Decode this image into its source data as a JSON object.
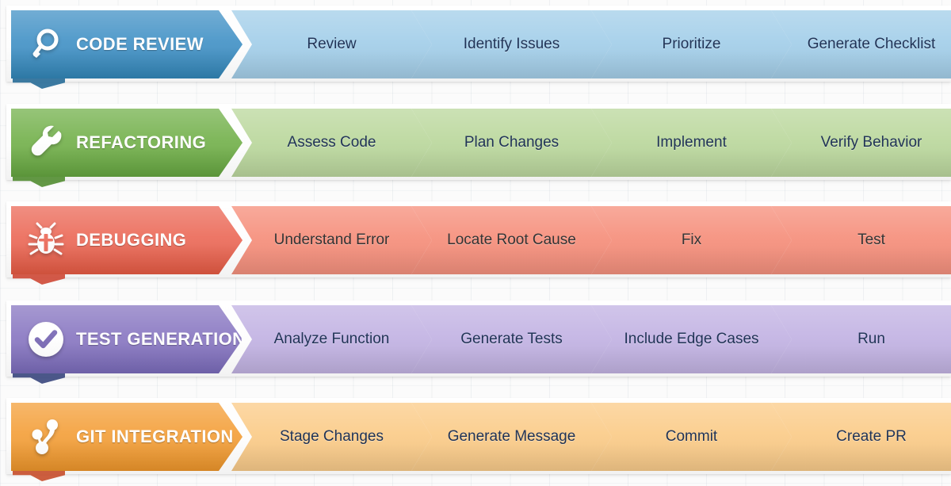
{
  "diagram": {
    "type": "process-flow-lanes",
    "background": "#fbfbfb",
    "lane_count": 5,
    "steps_per_lane": 4
  },
  "lanes": [
    {
      "id": "code-review",
      "title": "CODE REVIEW",
      "icon": "magnifier-icon",
      "header_color": "#4a96c8",
      "header_color_dark": "#2f7ead",
      "step_color": "#a6d0ea",
      "step_text_color": "#15294e",
      "fold_color": "#2b6f99",
      "steps": [
        "Review",
        "Identify Issues",
        "Prioritize",
        "Generate Checklist"
      ]
    },
    {
      "id": "refactoring",
      "title": "REFACTORING",
      "icon": "wrench-icon",
      "header_color": "#79b453",
      "header_color_dark": "#5f9c3c",
      "step_color": "#bdd9a0",
      "step_text_color": "#15294e",
      "fold_color": "#568f35",
      "steps": [
        "Assess Code",
        "Plan Changes",
        "Implement",
        "Verify Behavior"
      ]
    },
    {
      "id": "debugging",
      "title": "DEBUGGING",
      "icon": "bug-icon",
      "header_color": "#ec6f5e",
      "header_color_dark": "#d9553f",
      "step_color": "#f6927f",
      "step_text_color": "#2a2a2a",
      "fold_color": "#cf4c3a",
      "steps": [
        "Understand Error",
        "Locate Root Cause",
        "Fix",
        "Test"
      ]
    },
    {
      "id": "test-generation",
      "title": "TEST GENERATION",
      "icon": "check-circle-icon",
      "header_color": "#8d7cc4",
      "header_color_dark": "#7365b0",
      "step_color": "#c4b5e4",
      "step_text_color": "#15294e",
      "fold_color": "#3d4a80",
      "steps": [
        "Analyze Function",
        "Generate Tests",
        "Include Edge Cases",
        "Run"
      ]
    },
    {
      "id": "git-integration",
      "title": "GIT INTEGRATION",
      "icon": "git-branch-icon",
      "header_color": "#f4a341",
      "header_color_dark": "#e08d28",
      "step_color": "#fbcd8c",
      "step_text_color": "#15294e",
      "fold_color": "#c8502f",
      "steps": [
        "Stage Changes",
        "Generate Message",
        "Commit",
        "Create PR"
      ]
    }
  ]
}
